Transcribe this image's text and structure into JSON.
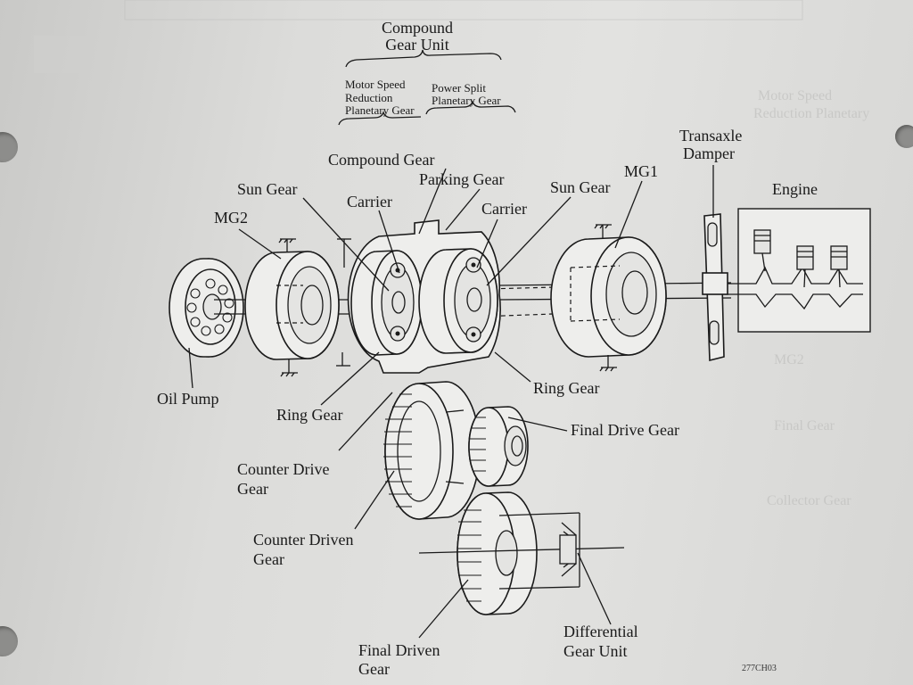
{
  "header": {
    "group_title_line1": "Compound",
    "group_title_line2": "Gear Unit",
    "sub_left_line1": "Motor Speed",
    "sub_left_line2": "Reduction",
    "sub_left_line3": "Planetary Gear",
    "sub_right_line1": "Power Split",
    "sub_right_line2": "Planetary Gear"
  },
  "labels": {
    "compound_gear": "Compound Gear",
    "parking_gear": "Parking Gear",
    "sun_gear_left": "Sun Gear",
    "sun_gear_right": "Sun Gear",
    "carrier_left": "Carrier",
    "carrier_right": "Carrier",
    "mg2": "MG2",
    "mg1": "MG1",
    "transaxle_damper_line1": "Transaxle",
    "transaxle_damper_line2": "Damper",
    "engine": "Engine",
    "oil_pump": "Oil Pump",
    "ring_gear_left": "Ring Gear",
    "ring_gear_right": "Ring Gear",
    "final_drive_gear": "Final Drive Gear",
    "counter_drive_gear_line1": "Counter Drive",
    "counter_drive_gear_line2": "Gear",
    "counter_driven_gear_line1": "Counter Driven",
    "counter_driven_gear_line2": "Gear",
    "final_driven_gear_line1": "Final Driven",
    "final_driven_gear_line2": "Gear",
    "differential_line1": "Differential",
    "differential_line2": "Gear Unit"
  },
  "figure_id": "277CH03"
}
